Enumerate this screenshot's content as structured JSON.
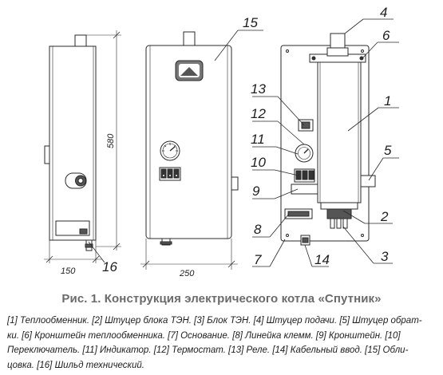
{
  "figure": {
    "callouts": [
      {
        "id": "callout-1",
        "text": "1"
      },
      {
        "id": "callout-2",
        "text": "2"
      },
      {
        "id": "callout-3",
        "text": "3"
      },
      {
        "id": "callout-4",
        "text": "4"
      },
      {
        "id": "callout-5",
        "text": "5"
      },
      {
        "id": "callout-6",
        "text": "6"
      },
      {
        "id": "callout-7",
        "text": "7"
      },
      {
        "id": "callout-8",
        "text": "8"
      },
      {
        "id": "callout-9",
        "text": "9"
      },
      {
        "id": "callout-10",
        "text": "10"
      },
      {
        "id": "callout-11",
        "text": "11"
      },
      {
        "id": "callout-12",
        "text": "12"
      },
      {
        "id": "callout-13",
        "text": "13"
      },
      {
        "id": "callout-14",
        "text": "14"
      },
      {
        "id": "callout-15",
        "text": "15"
      },
      {
        "id": "callout-16",
        "text": "16"
      }
    ],
    "dimensions": {
      "height": "580",
      "depth": "150",
      "width": "250"
    }
  },
  "caption": "Рис. 1. Конструкция электрического котла «Спутник»",
  "legend_lines": [
    "[1] Теплообменник. [2] Штуцер блока ТЭН. [3] Блок ТЭН. [4] Штуцер подачи. [5] Штуцер обрат-",
    "ки. [6] Кронштейн теплообменника. [7] Основание. [8] Линейка клемм. [9] Кронштейн. [10]",
    "Переключатель. [11] Индикатор. [12] Термостат. [13] Реле. [14] Кабельный ввод. [15] Обли-",
    "цовка. [16] Шильд технический."
  ]
}
